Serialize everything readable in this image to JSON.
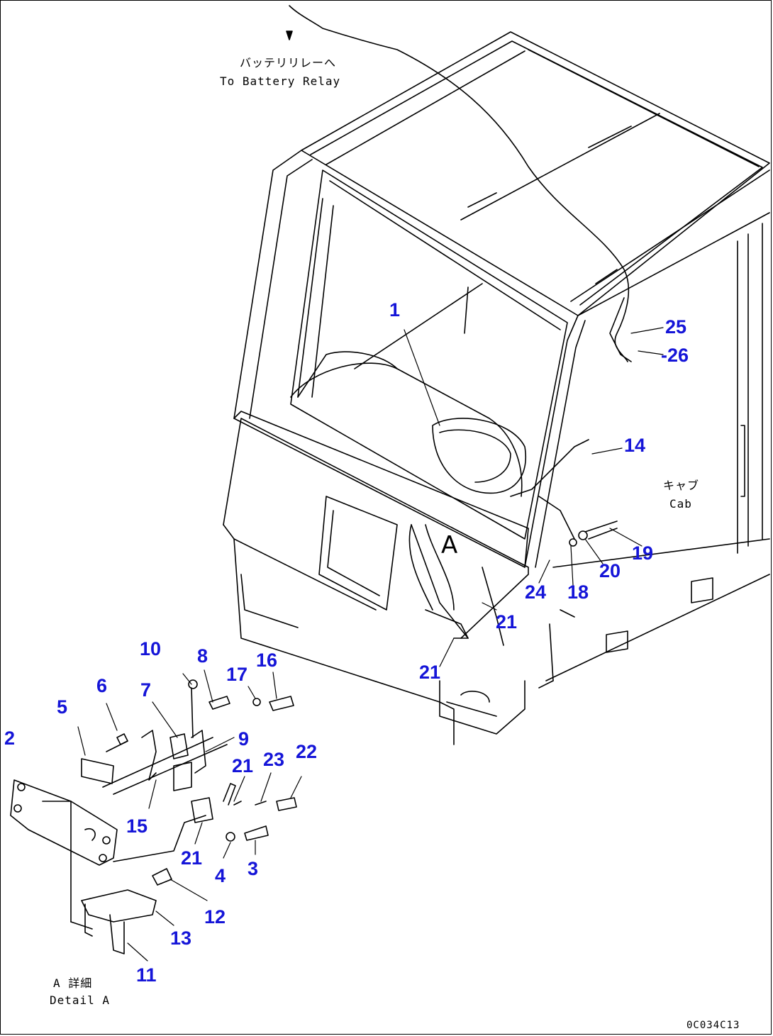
{
  "drawing_code": "0C034C13",
  "notes": {
    "battery_relay_jp": "バッテリリレーへ",
    "battery_relay_en": "To Battery Relay",
    "cab_jp": "キャブ",
    "cab_en": "Cab",
    "detail_jp": "A 詳細",
    "detail_en": "Detail A",
    "detail_marker": "A"
  },
  "callouts": [
    "1",
    "2",
    "3",
    "4",
    "5",
    "6",
    "7",
    "8",
    "9",
    "10",
    "11",
    "12",
    "13",
    "14",
    "15",
    "16",
    "17",
    "18",
    "19",
    "20",
    "21",
    "21",
    "21",
    "21",
    "22",
    "23",
    "24",
    "25",
    "-26"
  ],
  "colors": {
    "callout": "#1515d8",
    "line": "#000000",
    "background": "#ffffff"
  }
}
